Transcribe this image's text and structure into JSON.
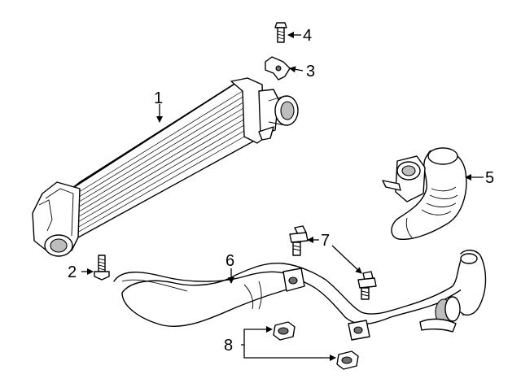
{
  "callouts": {
    "c1": "1",
    "c2": "2",
    "c3": "3",
    "c4": "4",
    "c5": "5",
    "c6": "6",
    "c7": "7",
    "c8": "8"
  },
  "colors": {
    "line": "#000000",
    "background": "#ffffff",
    "shading": "#bdbdbd"
  }
}
